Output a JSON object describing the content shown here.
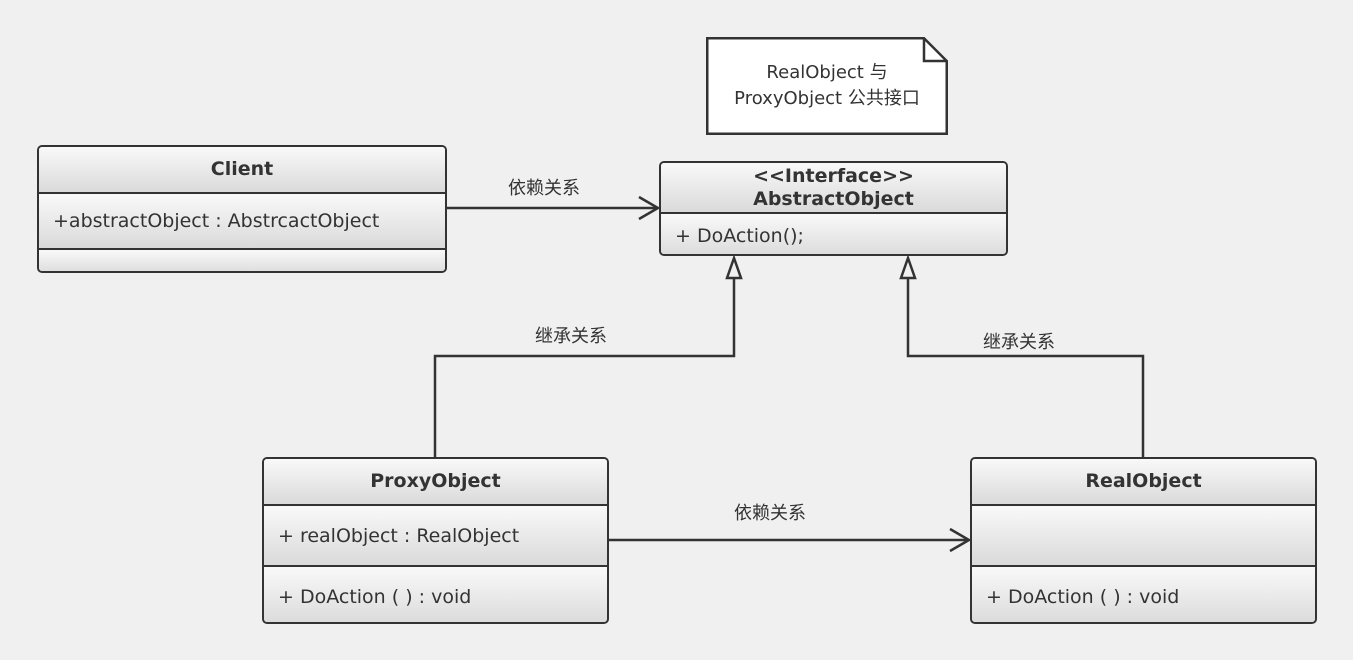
{
  "note": {
    "line1": "RealObject 与",
    "line2": "ProxyObject 公共接口"
  },
  "classes": {
    "client": {
      "name": "Client",
      "attributes": [
        "+abstractObject :   AbstrcactObject"
      ],
      "operations": []
    },
    "abstract_object": {
      "stereotype": "<<Interface>>",
      "name": "AbstractObject",
      "operations": [
        "+ DoAction();"
      ]
    },
    "proxy_object": {
      "name": "ProxyObject",
      "attributes": [
        "+ realObject : RealObject"
      ],
      "operations": [
        "+ DoAction ( ) : void"
      ]
    },
    "real_object": {
      "name": "RealObject",
      "attributes": [],
      "operations": [
        "+ DoAction ( ) : void"
      ]
    }
  },
  "relations": {
    "client_to_abstract": "依赖关系",
    "proxy_to_abstract": "继承关系",
    "real_to_abstract": "继承关系",
    "proxy_to_real": "依赖关系"
  },
  "colors": {
    "background": "#f0f0f0",
    "stroke": "#333333",
    "box_top": "#f9f9f9",
    "box_bottom": "#dadada"
  }
}
